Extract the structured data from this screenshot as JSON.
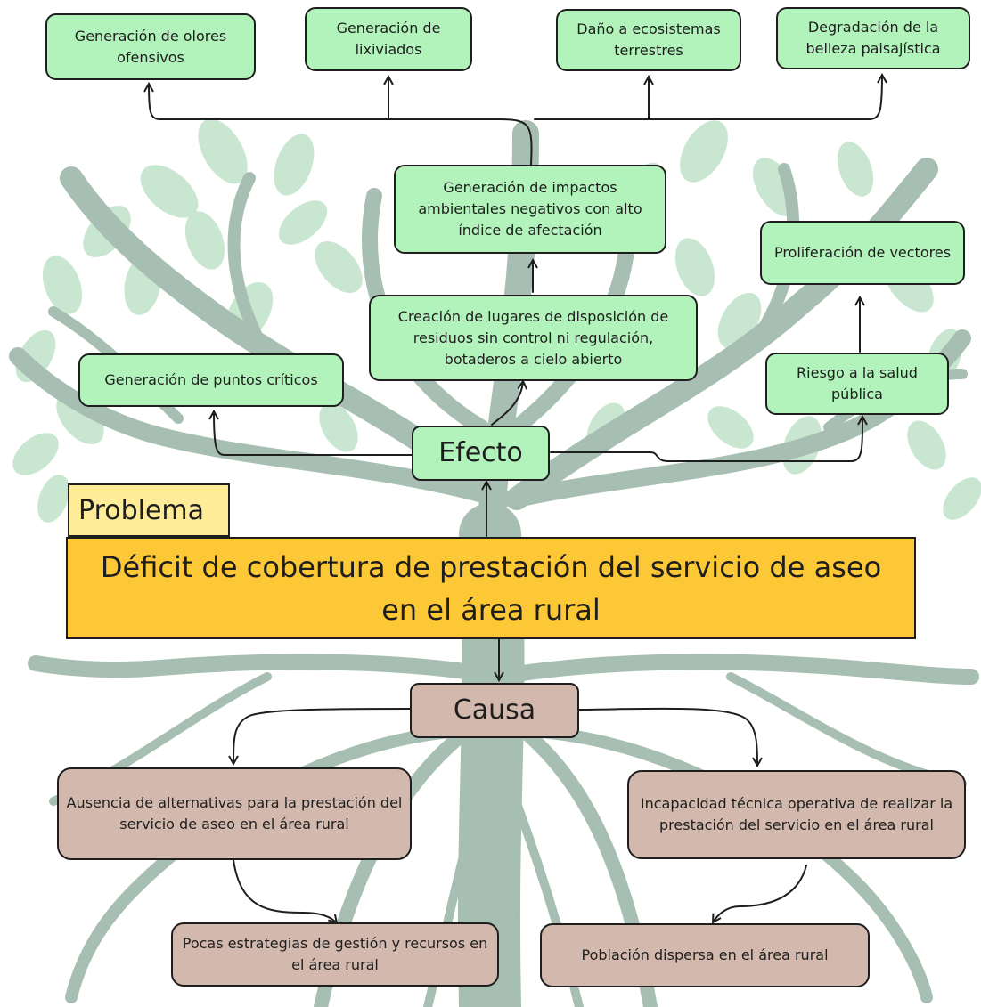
{
  "colors": {
    "effect_box": "#b2f2bb",
    "cause_box": "#d3b9ad",
    "problem_label": "#ffec99",
    "problem_box": "#fdc836",
    "tree": "#a7bfb3",
    "leaf": "#c9e7d0",
    "stroke": "#1e1e1e"
  },
  "effects_top": {
    "olores": "Generación de olores ofensivos",
    "lixiviados": "Generación de lixiviados",
    "ecosistemas": "Daño a ecosistemas terrestres",
    "belleza": "Degradación de la belleza paisajística"
  },
  "effects": {
    "impactos": "Generación de impactos ambientales negativos con alto índice de afectación",
    "proliferacion": "Proliferación de vectores",
    "creacion": "Creación de lugares de disposición de residuos sin control ni regulación, botaderos a cielo abierto",
    "puntos": "Generación de puntos críticos",
    "riesgo": "Riesgo a la salud pública"
  },
  "efecto_label": "Efecto",
  "problema_label": "Problema",
  "problem": "Déficit de cobertura de prestación del servicio de aseo en el área rural",
  "causa_label": "Causa",
  "causes": {
    "ausencia": "Ausencia de alternativas para la prestación del servicio de aseo en el área rural",
    "incapacidad": "Incapacidad técnica operativa de realizar la prestación del servicio en el área rural",
    "pocas": "Pocas estrategias de gestión y recursos en el área rural",
    "poblacion": "Población dispersa en el área rural"
  }
}
